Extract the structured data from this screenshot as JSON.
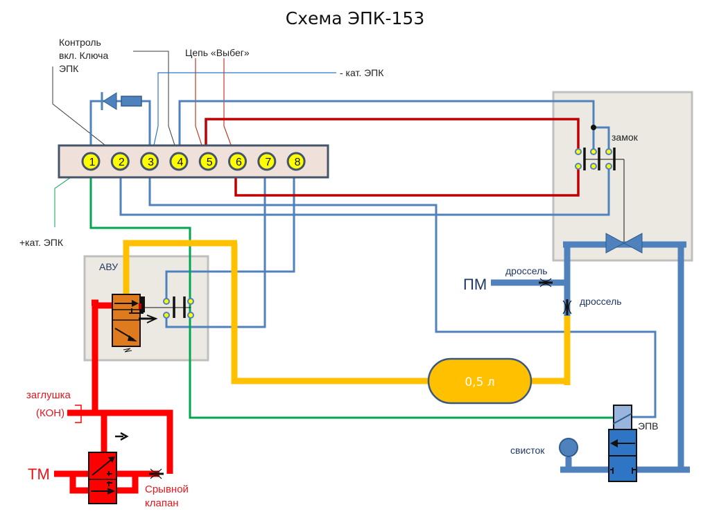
{
  "title": "Схема ЭПК-153",
  "colors": {
    "electric_blue": "#4f81bd",
    "electric_red": "#c00000",
    "electric_green": "#00a550",
    "pipe_yellow": "#ffc000",
    "pipe_red": "#ff0000",
    "pipe_blue": "#4f81bd",
    "block_bg": "#ece9e2",
    "terminal_bg": "#efe0d9",
    "pin_fill": "#ffff00",
    "avu_valve": "#e07a1f",
    "epv_valve": "#2e75c6"
  },
  "labels": {
    "control_key": [
      "Контроль",
      "вкл.  Ключа",
      "ЭПК"
    ],
    "circuit_runout": "Цепь «Выбег»",
    "minus_cat": "- кат. ЭПК",
    "plus_cat": "+кат. ЭПК",
    "lock": "замок",
    "avu": "АВУ",
    "pm": "ПМ",
    "throttle_1": "дроссель",
    "throttle_2": "дроссель",
    "tank_volume": "0,5 л",
    "plug": "заглушка",
    "plug_kon": "(КОН)",
    "tm": "ТМ",
    "breakaway_valve": [
      "Срывной",
      "клапан"
    ],
    "whistle": "свисток",
    "epv": "ЭПВ"
  },
  "terminal_block": {
    "pins": [
      "1",
      "2",
      "3",
      "4",
      "5",
      "6",
      "7",
      "8"
    ]
  }
}
